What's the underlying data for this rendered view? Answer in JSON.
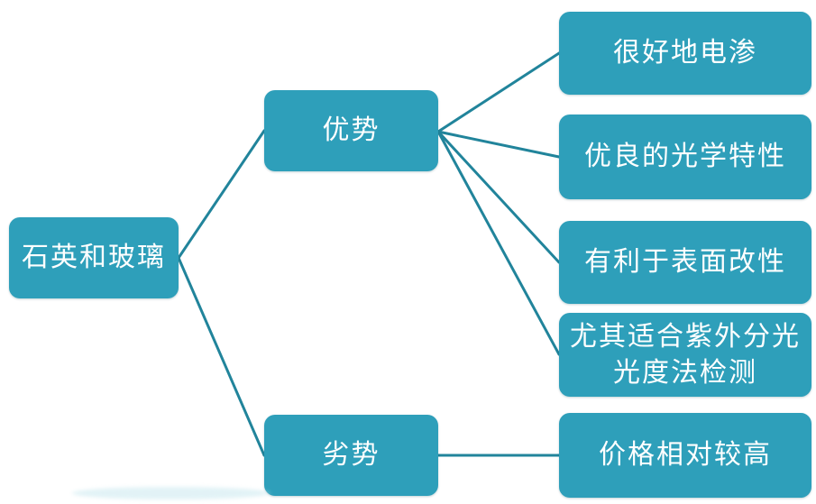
{
  "diagram": {
    "title": "quartz-and-glass-mindmap",
    "root": {
      "label": "石英和玻璃"
    },
    "branches": [
      {
        "label": "优势",
        "children": [
          {
            "label": "很好地电渗"
          },
          {
            "label": "优良的光学特性"
          },
          {
            "label": "有利于表面改性"
          },
          {
            "label": "尤其适合紫外分光光度法检测"
          }
        ]
      },
      {
        "label": "劣势",
        "children": [
          {
            "label": "价格相对较高"
          }
        ]
      }
    ],
    "colors": {
      "node_fill": "#2E9FBA",
      "connector": "#21849B",
      "text": "#FFFFFF",
      "background": "#FFFFFF"
    }
  }
}
